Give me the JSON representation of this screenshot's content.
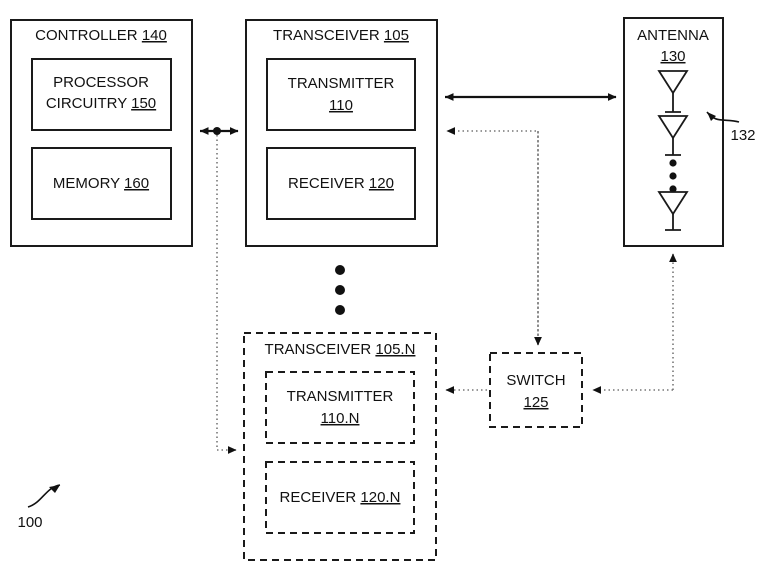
{
  "figure": {
    "figure_ref": "100",
    "blocks": [
      {
        "id": "controller",
        "title": "CONTROLLER",
        "ref": "140",
        "style": "solid",
        "children": [
          {
            "id": "processor",
            "line1": "PROCESSOR",
            "line2": "CIRCUITRY",
            "ref": "150",
            "style": "solid"
          },
          {
            "id": "memory",
            "line1": "MEMORY",
            "ref": "160",
            "style": "solid"
          }
        ]
      },
      {
        "id": "transceiver-105",
        "title": "TRANSCEIVER",
        "ref": "105",
        "style": "solid",
        "children": [
          {
            "id": "transmitter-110",
            "line1": "TRANSMITTER",
            "ref": "110",
            "style": "solid"
          },
          {
            "id": "receiver-120",
            "line1": "RECEIVER",
            "ref": "120",
            "style": "solid"
          }
        ]
      },
      {
        "id": "transceiver-105n",
        "title": "TRANSCEIVER",
        "ref": "105.N",
        "style": "dashed",
        "children": [
          {
            "id": "transmitter-110n",
            "line1": "TRANSMITTER",
            "ref": "110.N",
            "style": "dashed"
          },
          {
            "id": "receiver-120n",
            "line1": "RECEIVER",
            "ref": "120.N",
            "style": "dashed"
          }
        ]
      },
      {
        "id": "switch",
        "title": "SWITCH",
        "ref": "125",
        "style": "dashed",
        "children": []
      },
      {
        "id": "antenna",
        "title": "ANTENNA",
        "ref": "130",
        "style": "solid",
        "element_ref": "132",
        "element_count_shown": 3,
        "children": []
      }
    ],
    "ellipsis_markers": [
      {
        "id": "transceiver-stack-ellipsis",
        "dots": 3,
        "orientation": "vertical"
      },
      {
        "id": "antenna-element-ellipsis",
        "dots": 3,
        "orientation": "vertical"
      }
    ],
    "connections": [
      {
        "id": "controller-to-transceiver105",
        "style": "solid",
        "arrows": "both"
      },
      {
        "id": "controller-to-transceiver105n",
        "style": "dotted",
        "arrows": "end"
      },
      {
        "id": "transceiver105-to-antenna",
        "style": "solid",
        "arrows": "both"
      },
      {
        "id": "switch-to-transceiver105",
        "style": "dotted",
        "arrows": "end"
      },
      {
        "id": "antenna-to-switch",
        "style": "dotted",
        "arrows": "end"
      },
      {
        "id": "switch-to-transceiver105n",
        "style": "dotted",
        "arrows": "end"
      },
      {
        "id": "switch-to-antenna",
        "style": "dotted",
        "arrows": "end"
      }
    ]
  },
  "colors": {
    "stroke": "#1a1a1a",
    "dotted_stroke": "#777777",
    "text": "#111111",
    "background": "#ffffff"
  }
}
